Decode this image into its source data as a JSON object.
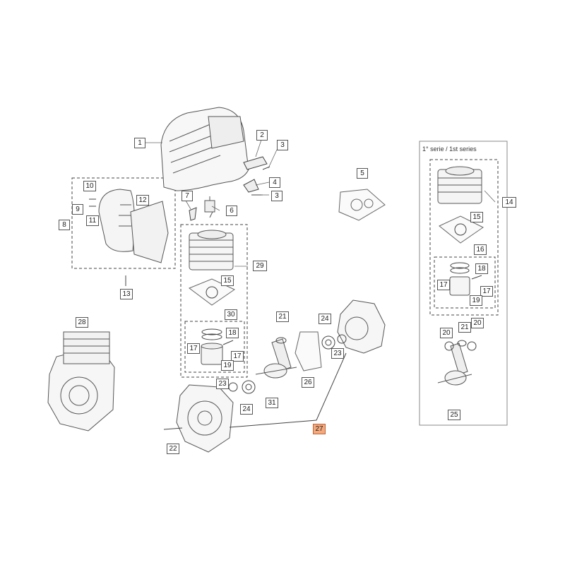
{
  "diagram": {
    "serie_label": "1° serie / 1st series",
    "highlight_color": "#f4a97c",
    "labels": {
      "l1": "1",
      "l2": "2",
      "l3a": "3",
      "l3b": "3",
      "l4": "4",
      "l5": "5",
      "l6": "6",
      "l7": "7",
      "l8": "8",
      "l9": "9",
      "l10": "10",
      "l11": "11",
      "l12": "12",
      "l13": "13",
      "l14": "14",
      "l15a": "15",
      "l15b": "15",
      "l16": "16",
      "l17a": "17",
      "l17b": "17",
      "l17c": "17",
      "l17d": "17",
      "l18a": "18",
      "l18b": "18",
      "l19a": "19",
      "l19b": "19",
      "l20a": "20",
      "l20b": "20",
      "l21a": "21",
      "l21b": "21",
      "l22": "22",
      "l23a": "23",
      "l23b": "23",
      "l24a": "24",
      "l24b": "24",
      "l25": "25",
      "l26": "26",
      "l27": "27",
      "l28": "28",
      "l29": "29",
      "l30": "30",
      "l31": "31"
    }
  }
}
